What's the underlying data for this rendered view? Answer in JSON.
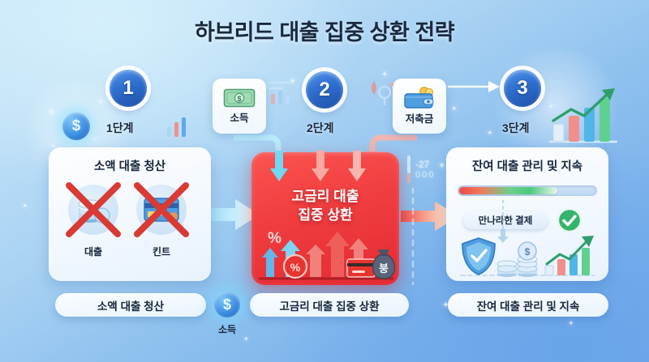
{
  "title": "하브리드 대출 집중 상환 전략",
  "colors": {
    "accent_red": "#F03D3F",
    "accent_blue": "#2F6FD0",
    "bg_light": "#C7E6F8",
    "bg_dark": "#74ACEB",
    "card_bg": "#F2F8FE",
    "text_dark": "#16263C",
    "cross_red": "#D93A33",
    "green_check": "#35B46B"
  },
  "steps": [
    {
      "number": "1",
      "label": "1단계"
    },
    {
      "number": "2",
      "label": "2단계"
    },
    {
      "number": "3",
      "label": "3단계"
    }
  ],
  "cards": {
    "left": {
      "title": "소액 대출 청산",
      "items": [
        {
          "caption": "대출",
          "icon": "coins-stack-icon",
          "crossed": true
        },
        {
          "caption": "킨트",
          "icon": "credit-card-icon",
          "crossed": true
        }
      ]
    },
    "center": {
      "title_line1": "고금리 대출",
      "title_line2": "집중 상환",
      "percent_symbol": "%",
      "money_bag_label": "붕"
    },
    "right": {
      "title": "잔여 대출 관리 및 지속",
      "progress_percent": 72,
      "mini_pill": "만나라한 결제",
      "check_icon": "green-check-icon",
      "shield_icon": "shield-check-icon",
      "coin_stack_icon": "coin-stack-icon",
      "chart_icon": "growth-bar-chart-icon"
    }
  },
  "float_labels": {
    "income_top": {
      "label": "소득",
      "icon": "cash-bill-icon"
    },
    "savings": {
      "label": "저축금",
      "icon": "wallet-icon"
    },
    "income_bottom": {
      "label": "소득",
      "icon": "coin-glow-icon"
    }
  },
  "bottom_pills": [
    "소액 대출 청산",
    "고금리 대출 집중 상환",
    "잔여 대출 관리 및 지속"
  ],
  "decorations": {
    "faint_number": "-27",
    "faint_zeros": "000"
  }
}
